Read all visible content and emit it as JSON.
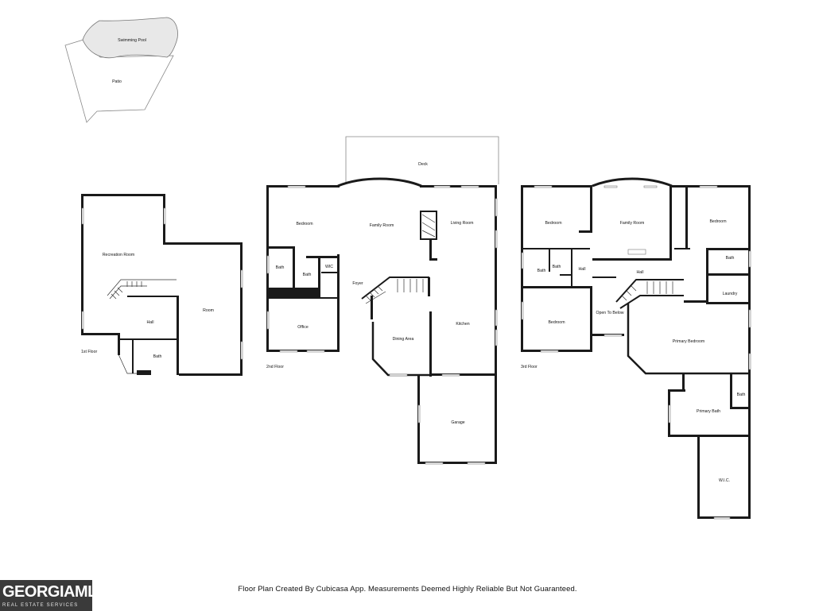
{
  "exterior": {
    "swimming_pool": "Swimming Pool",
    "patio": "Patio",
    "deck": "Deck"
  },
  "floor1": {
    "label": "1st Floor",
    "rooms": {
      "recreation_room": "Recreation Room",
      "hall": "Hall",
      "room": "Room",
      "bath": "Bath"
    }
  },
  "floor2": {
    "label": "2nd Floor",
    "rooms": {
      "bedroom": "Bedroom",
      "bath_a": "Bath",
      "bath_b": "Bath",
      "wic": "WIC",
      "office": "Office",
      "foyer": "Foyer",
      "family_room": "Family Room",
      "living_room": "Living Room",
      "dining_area": "Dining Area",
      "kitchen": "Kitchen",
      "garage": "Garage"
    }
  },
  "floor3": {
    "label": "3rd Floor",
    "rooms": {
      "bedroom_left": "Bedroom",
      "family_room": "Family Room",
      "bedroom_right": "Bedroom",
      "bath_top_right": "Bath",
      "bath_small_1": "Bath",
      "bath_small_2": "Bath",
      "hall_1": "Hall",
      "hall_2": "Hall",
      "laundry": "Laundry",
      "bedroom_lower": "Bedroom",
      "open_to_below": "Open To Below",
      "primary_bedroom": "Primary Bedroom",
      "bath_primary_small": "Bath",
      "primary_bath": "Primary Bath",
      "wic": "W.I.C."
    }
  },
  "footer": {
    "note": "Floor Plan Created By Cubicasa App. Measurements Deemed Highly Reliable But Not Guaranteed.",
    "logo_main": "GEORGIAMLS",
    "logo_sub": "REAL ESTATE SERVICES"
  }
}
